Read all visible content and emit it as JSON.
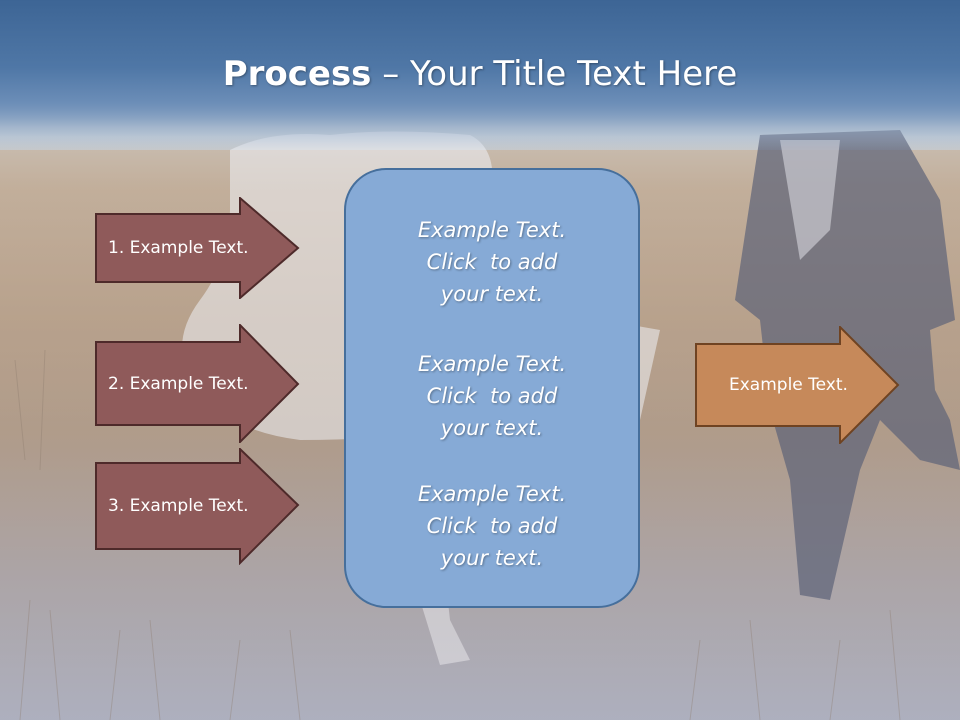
{
  "title": {
    "bold": "Process",
    "rest": " – Your Title Text Here"
  },
  "left_arrows": [
    {
      "label": "1. Example Text."
    },
    {
      "label": "2. Example Text."
    },
    {
      "label": "3. Example Text."
    }
  ],
  "center_box": {
    "blocks": [
      {
        "lines": [
          "Example Text.",
          "Click  to add",
          "your text."
        ]
      },
      {
        "lines": [
          "Example Text.",
          "Click  to add",
          "your text."
        ]
      },
      {
        "lines": [
          "Example Text.",
          "Click  to add",
          "your text."
        ]
      }
    ]
  },
  "right_arrow": {
    "label": "Example Text."
  },
  "colors": {
    "left_arrow_fill": "#8f5a5a",
    "right_arrow_fill": "#c6895a",
    "center_box_fill": "#86aad6",
    "center_box_border": "#466f9c",
    "title_band": "#4a71a0"
  }
}
